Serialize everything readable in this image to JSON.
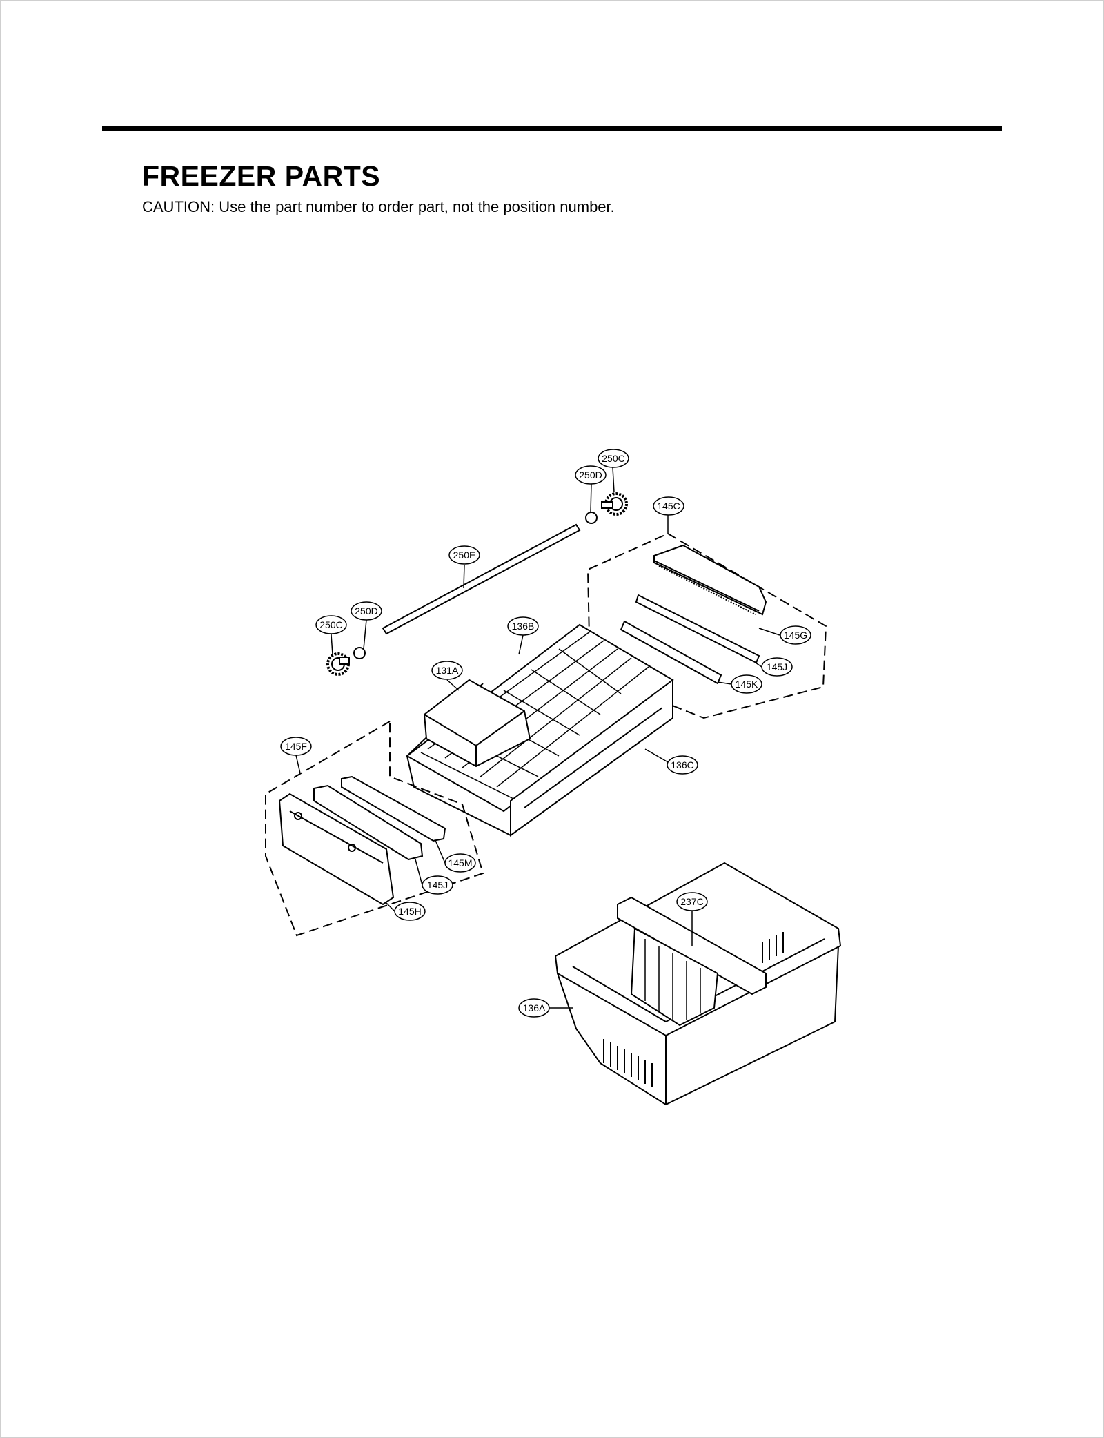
{
  "header": {
    "title": "FREEZER PARTS",
    "caution": "CAUTION: Use the part number to order part, not the position number."
  },
  "callouts": {
    "c250C_top": "250C",
    "c250D_top": "250D",
    "c145C": "145C",
    "c250E": "250E",
    "c250D_left": "250D",
    "c250C_left": "250C",
    "c136B": "136B",
    "c145G": "145G",
    "c145J_right": "145J",
    "c145K": "145K",
    "c131A": "131A",
    "c136C": "136C",
    "c145F": "145F",
    "c145M": "145M",
    "c145J_left": "145J",
    "c145H": "145H",
    "c237C": "237C",
    "c136A": "136A"
  }
}
